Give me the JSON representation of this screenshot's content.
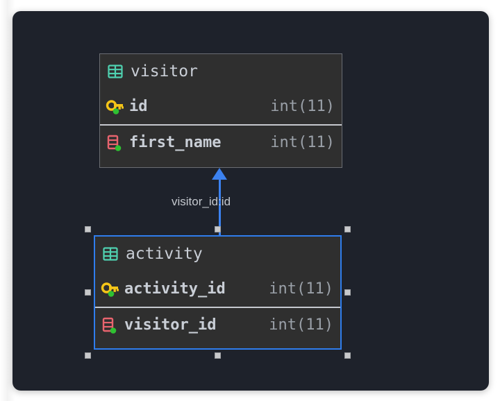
{
  "diagram": {
    "canvas_background": "#1e222b",
    "entity_background": "#2f2f2f",
    "accent_color": "#3c82f0",
    "table_icon_color": "#4fd1b0",
    "key_icon_color": "#f5c518",
    "column_icon_color": "#e8646e",
    "badge_color": "#2fc132",
    "entities": [
      {
        "id": "visitor",
        "name": "visitor",
        "selected": false,
        "icon": "table-grid-icon",
        "fields": [
          {
            "name": "id",
            "type": "int(11)",
            "icon": "primary-key-icon",
            "badge": "green-dot-badge"
          },
          {
            "name": "first_name",
            "type": "int(11)",
            "icon": "column-stack-icon",
            "badge": "green-dot-badge"
          }
        ]
      },
      {
        "id": "activity",
        "name": "activity",
        "selected": true,
        "icon": "table-grid-icon",
        "fields": [
          {
            "name": "activity_id",
            "type": "int(11)",
            "icon": "primary-key-icon",
            "badge": "green-dot-badge"
          },
          {
            "name": "visitor_id",
            "type": "int(11)",
            "icon": "column-stack-icon",
            "badge": "green-dot-badge"
          }
        ]
      }
    ],
    "relationship": {
      "label": "visitor_id:id",
      "from": "activity",
      "to": "visitor",
      "direction": "up"
    },
    "selection_handles_count": 8
  }
}
